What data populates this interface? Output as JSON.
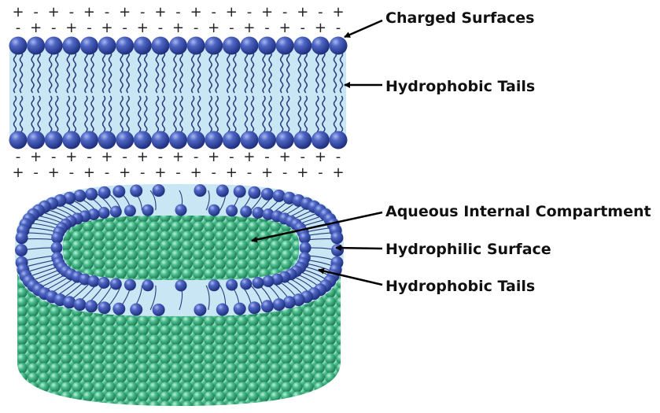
{
  "labels": {
    "charged_surfaces": "Charged Surfaces",
    "hydrophobic_tails_bilayer": "Hydrophobic Tails",
    "aqueous_compartment": "Aqueous Internal Compartment",
    "hydrophilic_surface": "Hydrophilic Surface",
    "hydrophobic_tails_liposome": "Hydrophobic Tails"
  },
  "charges": {
    "top_outer": "+-+-+-+-+-+-+-+-+-+",
    "top_inner": "-+-+-+-+-+-+-+-+-+-",
    "bottom_inner": "-+-+-+-+-+-+-+-+-+-",
    "bottom_outer": "+-+-+-+-+-+-+-+-+-+"
  },
  "colors": {
    "head": "#3e55b0",
    "membrane": "#c9e6f5",
    "aqueous": "#3fb584",
    "tail": "#2b3a7a"
  }
}
